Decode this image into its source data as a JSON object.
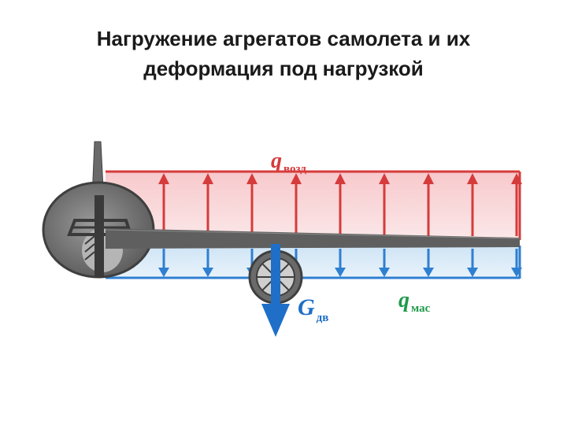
{
  "title": {
    "line1": "Нагружение агрегатов самолета и их",
    "line2": "деформация под нагрузкой"
  },
  "labels": {
    "q_air_symbol": "q",
    "q_air_sub": "возд",
    "q_mass_symbol": "q",
    "q_mass_sub": "мас",
    "g_engine_symbol": "G",
    "g_engine_sub": "дв"
  },
  "colors": {
    "air_load": "#d63b3b",
    "mass_load": "#2f7fd0",
    "engine_weight": "#1f6fc8",
    "mass_label": "#1f9a4a",
    "structure": "#5a5a5a"
  },
  "icons": [
    "fuselage-section-icon",
    "engine-nacelle-icon",
    "wing-beam-icon"
  ]
}
